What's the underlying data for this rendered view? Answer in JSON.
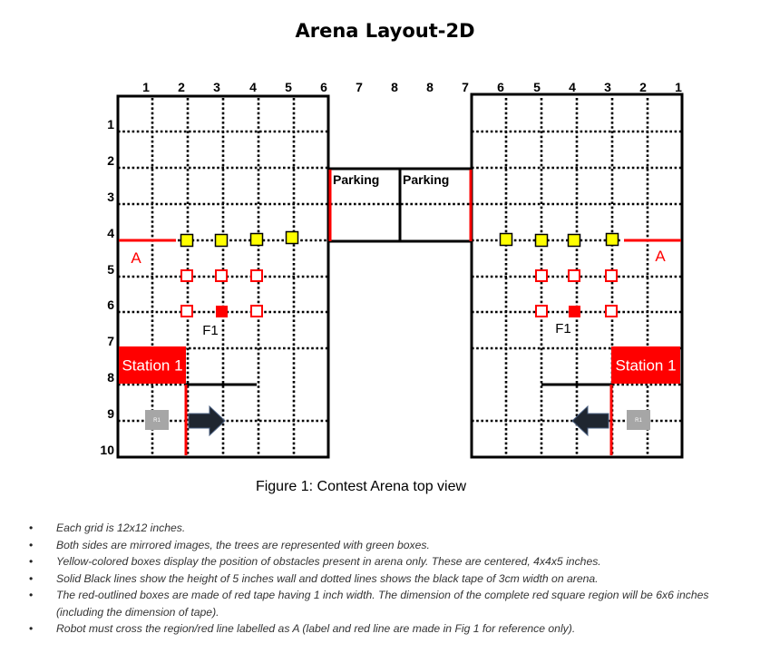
{
  "title": "Arena Layout-2D",
  "caption": "Figure 1: Contest Arena top view",
  "column_labels_left": [
    "1",
    "2",
    "3",
    "4",
    "5",
    "6"
  ],
  "column_labels_center": [
    "7",
    "8",
    "8",
    "7"
  ],
  "column_labels_right": [
    "6",
    "5",
    "4",
    "3",
    "2",
    "1"
  ],
  "row_labels": [
    "1",
    "2",
    "3",
    "4",
    "5",
    "6",
    "7",
    "8",
    "9",
    "10"
  ],
  "parking_labels": [
    "Parking",
    "Parking"
  ],
  "station_label": "Station 1",
  "line_label": "A",
  "obstacle_label": "F1",
  "robot_label": "R1",
  "colors": {
    "red": "#ff0000",
    "yellow": "#ffff00",
    "black": "#000000",
    "robot": "#a6a6a6",
    "arrow": "#1f2630"
  },
  "notes": [
    "Each grid is 12x12 inches.",
    "Both sides are mirrored images, the trees are represented with green boxes.",
    "Yellow-colored boxes display the position of obstacles present in arena only. These are centered, 4x4x5 inches.",
    "Solid Black lines show the height of 5 inches wall and dotted lines shows the black tape of 3cm width on arena.",
    "The red-outlined boxes are made of red tape having 1 inch width. The dimension of the complete red square region will be 6x6 inches (including the dimension of tape).",
    "Robot must cross the region/red line labelled as A (label and red line are made in Fig 1 for reference only)."
  ]
}
